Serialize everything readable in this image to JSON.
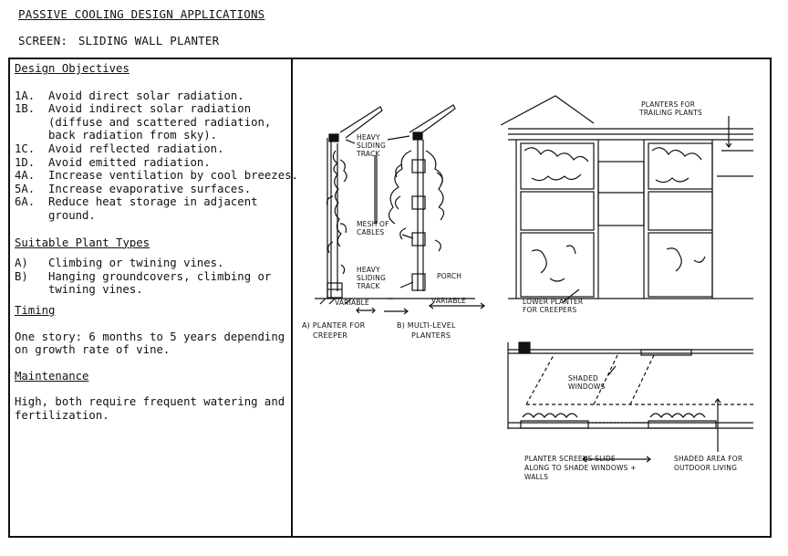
{
  "header": {
    "title": "PASSIVE COOLING DESIGN APPLICATIONS",
    "screen_label": "SCREEN:",
    "screen_value": "SLIDING WALL PLANTER"
  },
  "design_objectives": {
    "heading": "Design Objectives",
    "items": [
      {
        "code": "1A.",
        "text": "Avoid direct solar radiation."
      },
      {
        "code": "1B.",
        "text": "Avoid indirect solar radiation (diffuse and scattered radiation, back radiation from sky)."
      },
      {
        "code": "1C.",
        "text": "Avoid reflected radiation."
      },
      {
        "code": "1D.",
        "text": "Avoid emitted radiation."
      },
      {
        "code": "4A.",
        "text": "Increase ventilation by cool breezes."
      },
      {
        "code": "5A.",
        "text": "Increase evaporative surfaces."
      },
      {
        "code": "6A.",
        "text": "Reduce heat storage in adjacent ground."
      }
    ]
  },
  "plant_types": {
    "heading": "Suitable Plant Types",
    "items": [
      {
        "code": "A)",
        "text": "Climbing or twining vines."
      },
      {
        "code": "B)",
        "text": "Hanging groundcovers, climbing or twining vines."
      }
    ]
  },
  "timing": {
    "heading": "Timing",
    "text": "One story:  6 months to 5 years depending on growth rate of vine."
  },
  "maintenance": {
    "heading": "Maintenance",
    "text": "High, both require frequent watering and fertilization."
  },
  "diagram": {
    "heavy_sliding_track_top": [
      "HEAVY",
      "SLIDING",
      "TRACK"
    ],
    "mesh_of_cables": [
      "MESH OF",
      "CABLES"
    ],
    "heavy_sliding_track_bottom": [
      "HEAVY",
      "SLIDING",
      "TRACK"
    ],
    "porch": "PORCH",
    "variable_a": "VARIABLE",
    "variable_b": "VARIABLE",
    "caption_a": [
      "A) PLANTER FOR",
      "CREEPER"
    ],
    "caption_b": [
      "B) MULTI-LEVEL",
      "PLANTERS"
    ],
    "planters_trailing": [
      "PLANTERS FOR",
      "TRAILING PLANTS"
    ],
    "lower_planter": [
      "LOWER PLANTER",
      "FOR CREEPERS"
    ],
    "shaded_windows": [
      "SHADED",
      "WINDOWS"
    ],
    "planter_screens": [
      "PLANTER SCREENS SLIDE",
      "ALONG TO SHADE WINDOWS +",
      "WALLS"
    ],
    "shaded_area": [
      "SHADED AREA FOR",
      "OUTDOOR LIVING"
    ]
  }
}
